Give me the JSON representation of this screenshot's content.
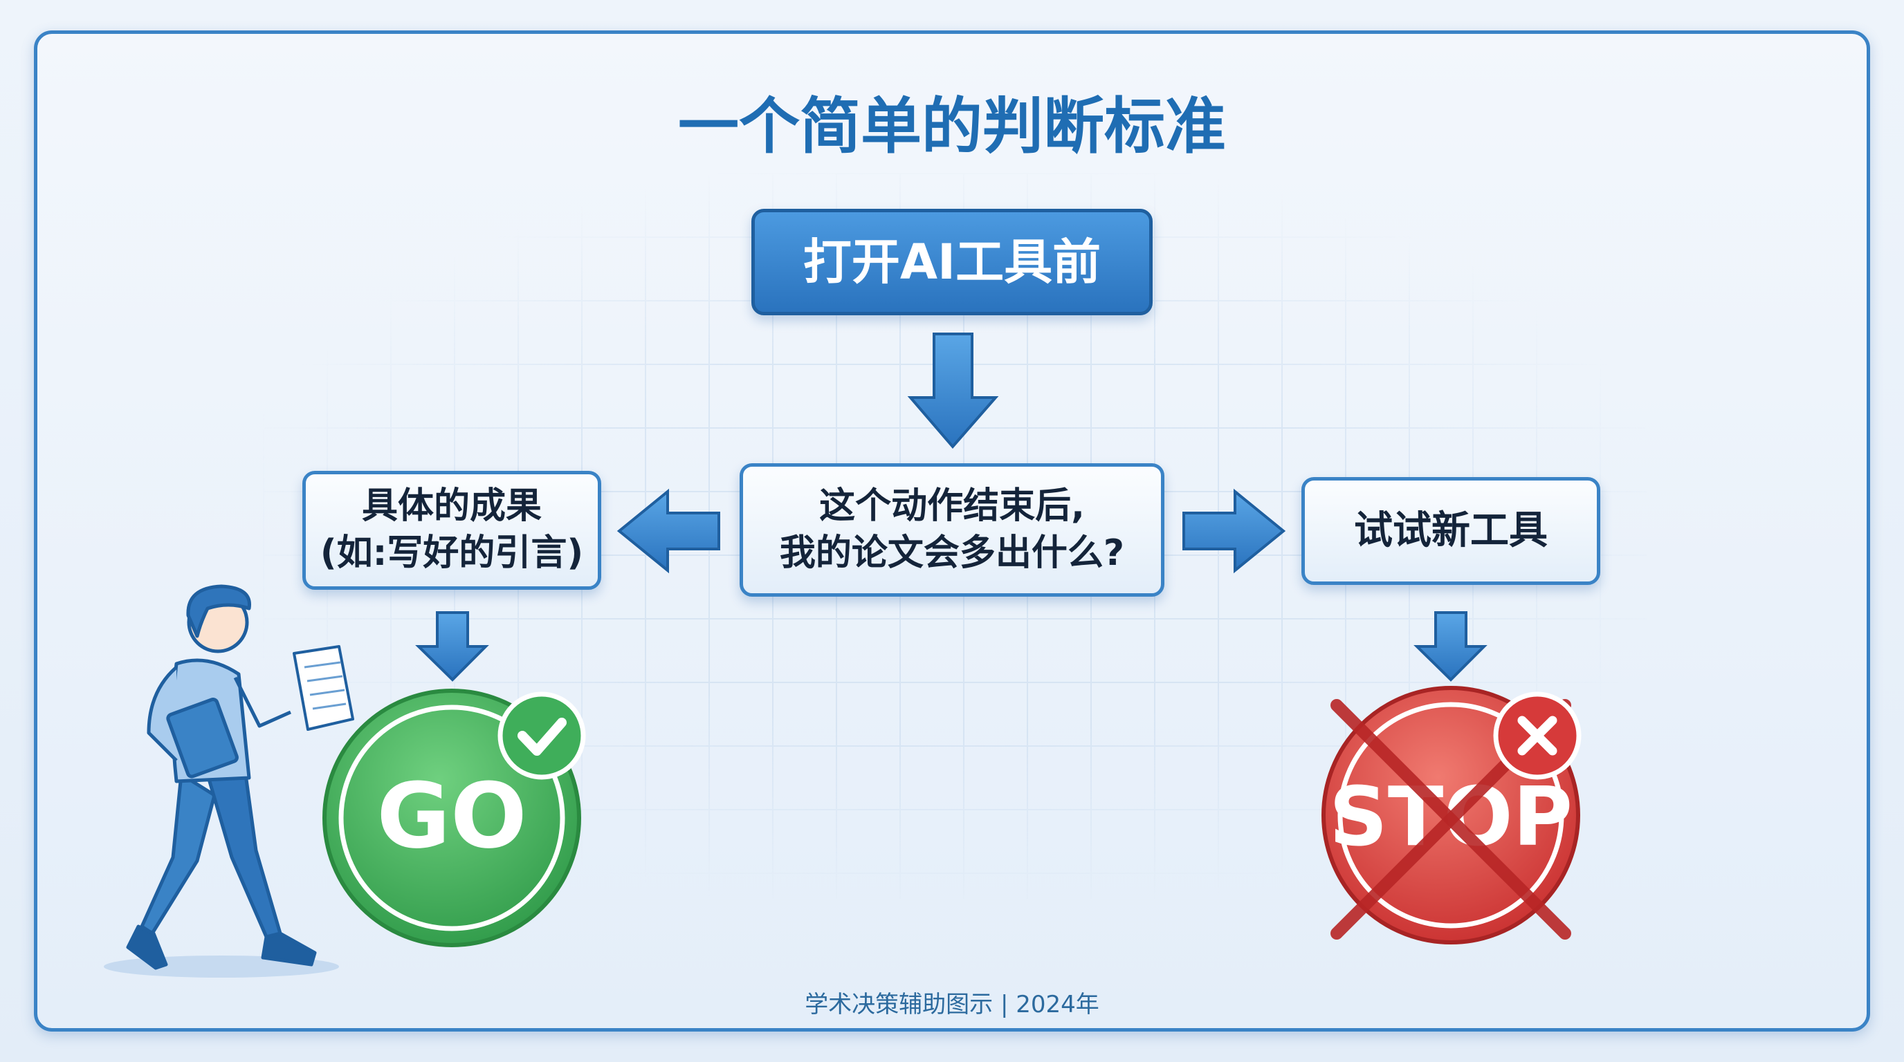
{
  "title": "一个简单的判断标准",
  "nodes": {
    "start": "打开AI工具前",
    "question_line1": "这个动作结束后,",
    "question_line2": "我的论文会多出什么?",
    "left_line1": "具体的成果",
    "left_line2": "(如:写好的引言)",
    "right": "试试新工具"
  },
  "outcomes": {
    "go": "GO",
    "stop": "STOP"
  },
  "icons": [
    "arrow-down",
    "arrow-left",
    "arrow-right",
    "check-icon",
    "x-icon",
    "person-walking-illustration"
  ],
  "colors": {
    "accent": "#2a73be",
    "go": "#3fae5a",
    "stop": "#d63a3a"
  },
  "footer": "学术决策辅助图示 | 2024年"
}
